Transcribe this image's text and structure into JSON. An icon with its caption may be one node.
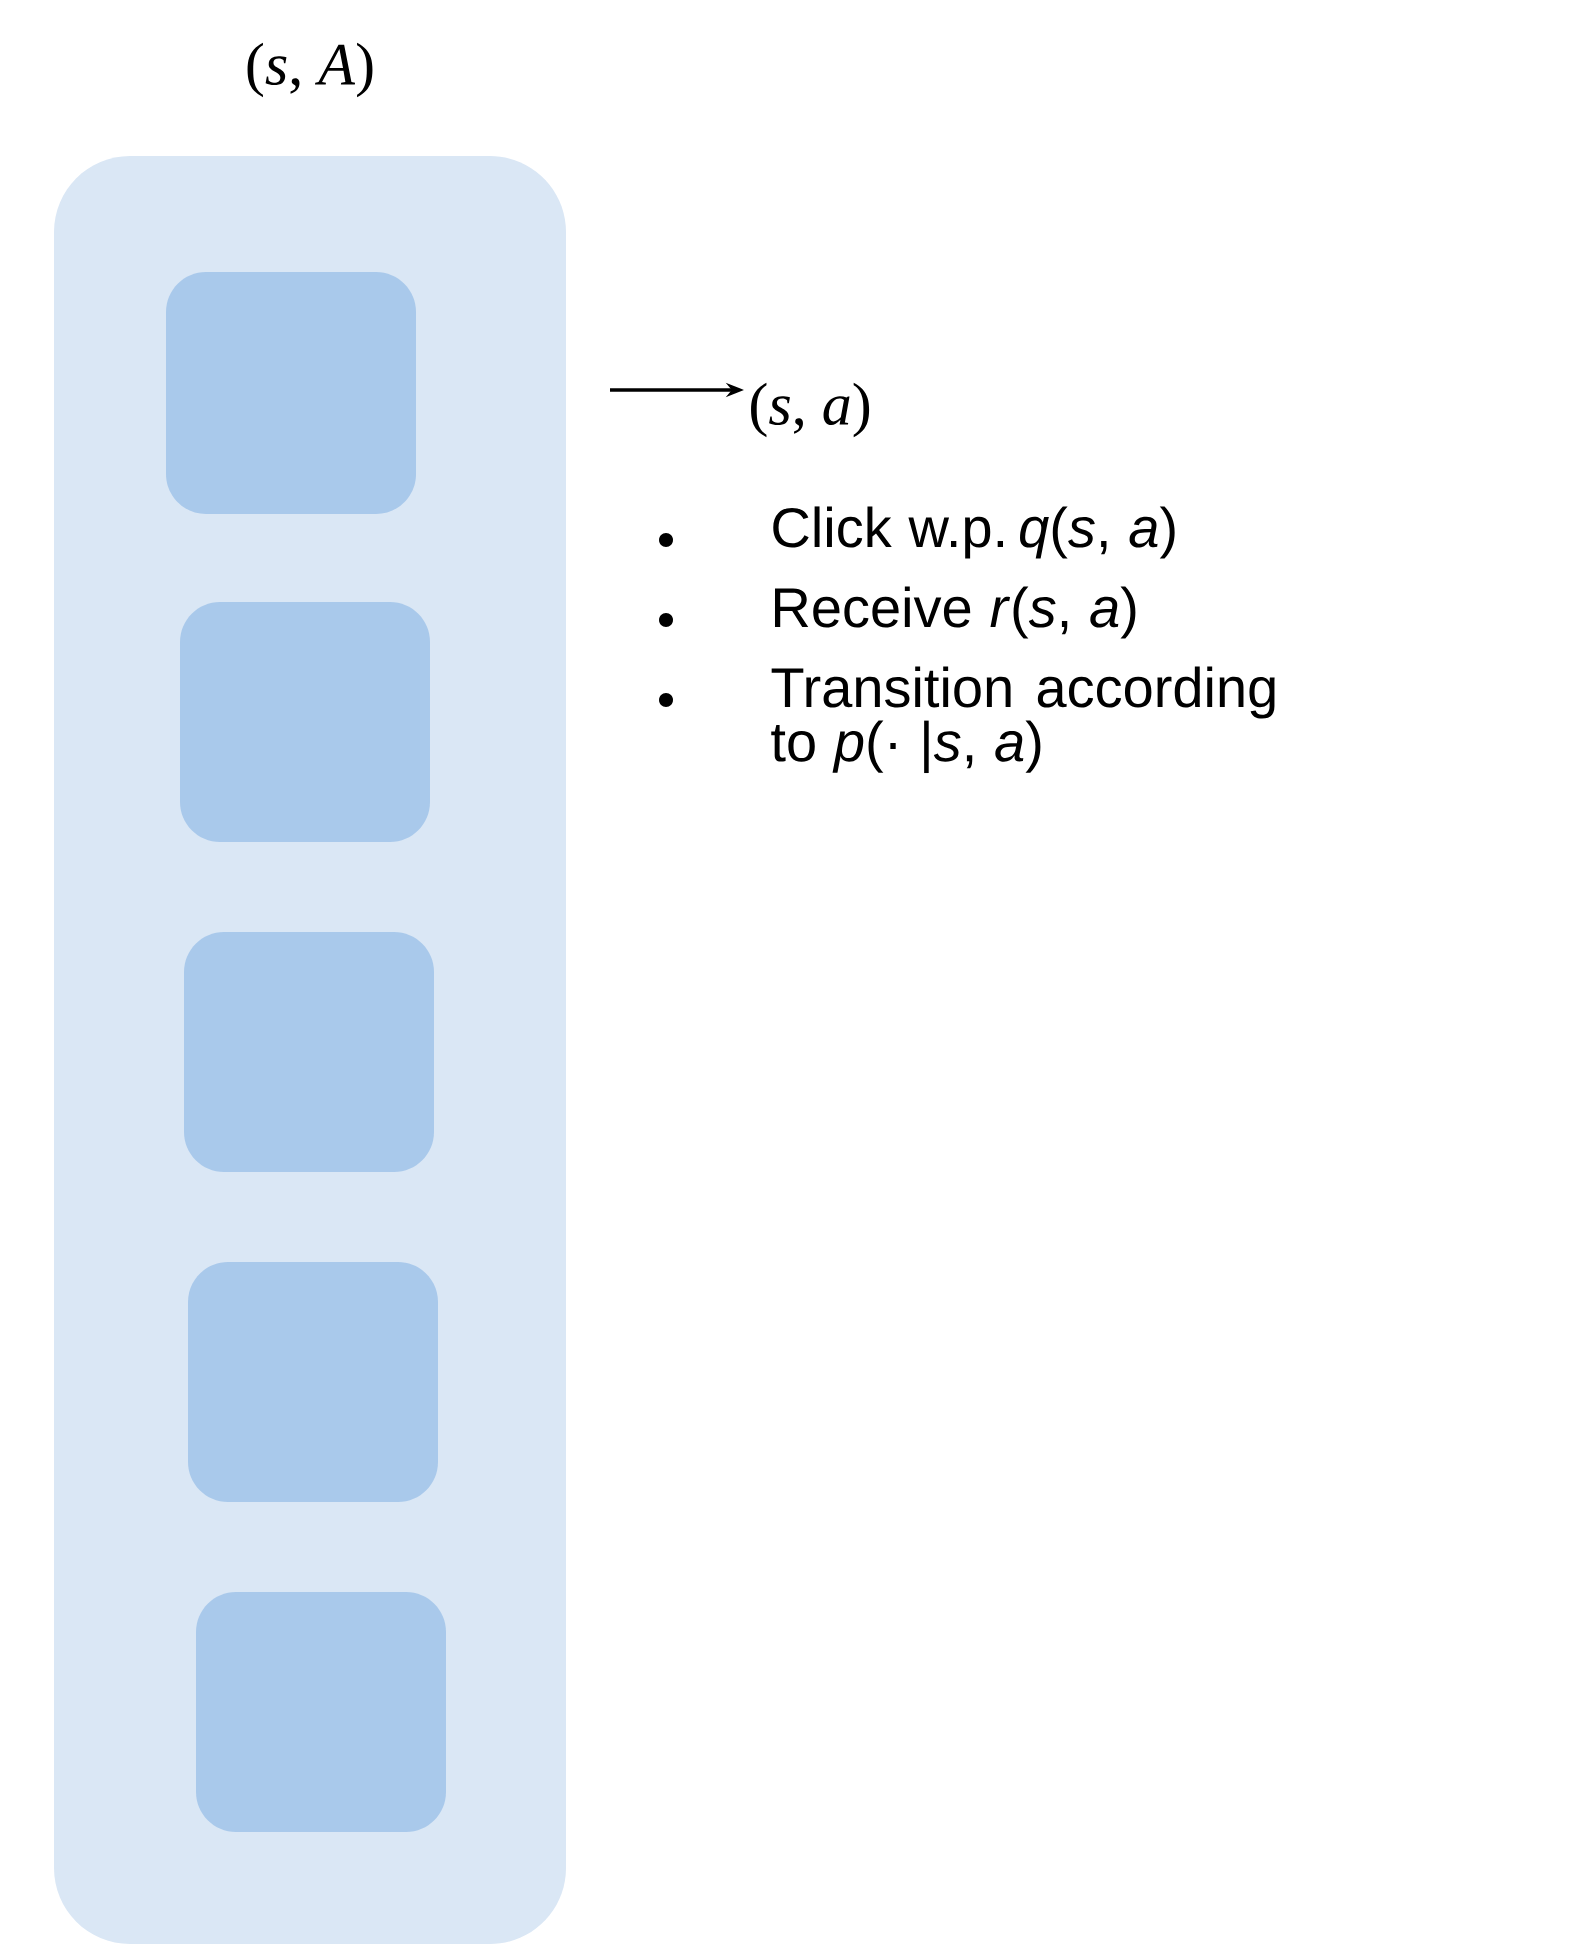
{
  "diagram": {
    "nodes": [
      {
        "text": [
          "(*s*, *A*)"
        ]
      },
      {
        "text": [],
        "shape": "box",
        "in": 0
      },
      {
        "text": [],
        "shape": "box",
        "in": 0
      },
      {
        "text": [],
        "shape": "box",
        "in": 0
      },
      {
        "text": [],
        "shape": "box",
        "in": 0
      },
      {
        "text": [],
        "shape": "box",
        "in": 0
      },
      {
        "text": [
          "(*s*, *a*)"
        ]
      }
    ],
    "edges": [
      {
        "from": null,
        "to": 6,
        "arrow": "to"
      }
    ],
    "labels": [
      "Click w.p. *q*(*s*, *a*)",
      "Receive *r*(*s*, *a*)",
      "Transition according to *p*(· |*s*, *a*)"
    ]
  }
}
